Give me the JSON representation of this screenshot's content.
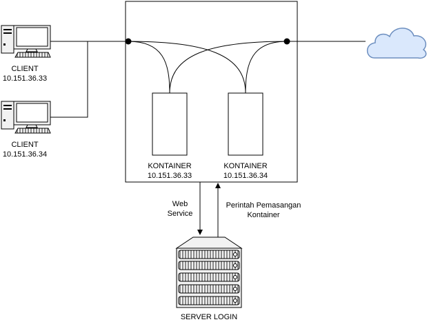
{
  "clients": [
    {
      "name": "CLIENT",
      "ip": "10.151.36.33"
    },
    {
      "name": "CLIENT",
      "ip": "10.151.36.34"
    }
  ],
  "containers": [
    {
      "name": "KONTAINER",
      "ip": "10.151.36.33"
    },
    {
      "name": "KONTAINER",
      "ip": "10.151.36.34"
    }
  ],
  "arrows": {
    "down_label_1": "Web",
    "down_label_2": "Service",
    "up_label_1": "Perintah Pemasangan",
    "up_label_2": "Kontainer"
  },
  "server": {
    "label": "SERVER LOGIN"
  },
  "icons": {
    "client": "desktop-computer-icon",
    "cloud": "cloud-icon",
    "server": "server-rack-icon"
  },
  "colors": {
    "line": "#000000",
    "cloud_fill": "#dae8fc",
    "cloud_stroke": "#6c8ebf",
    "pc_fill": "#f2f2f2",
    "server_fill": "#f2f2f2"
  }
}
